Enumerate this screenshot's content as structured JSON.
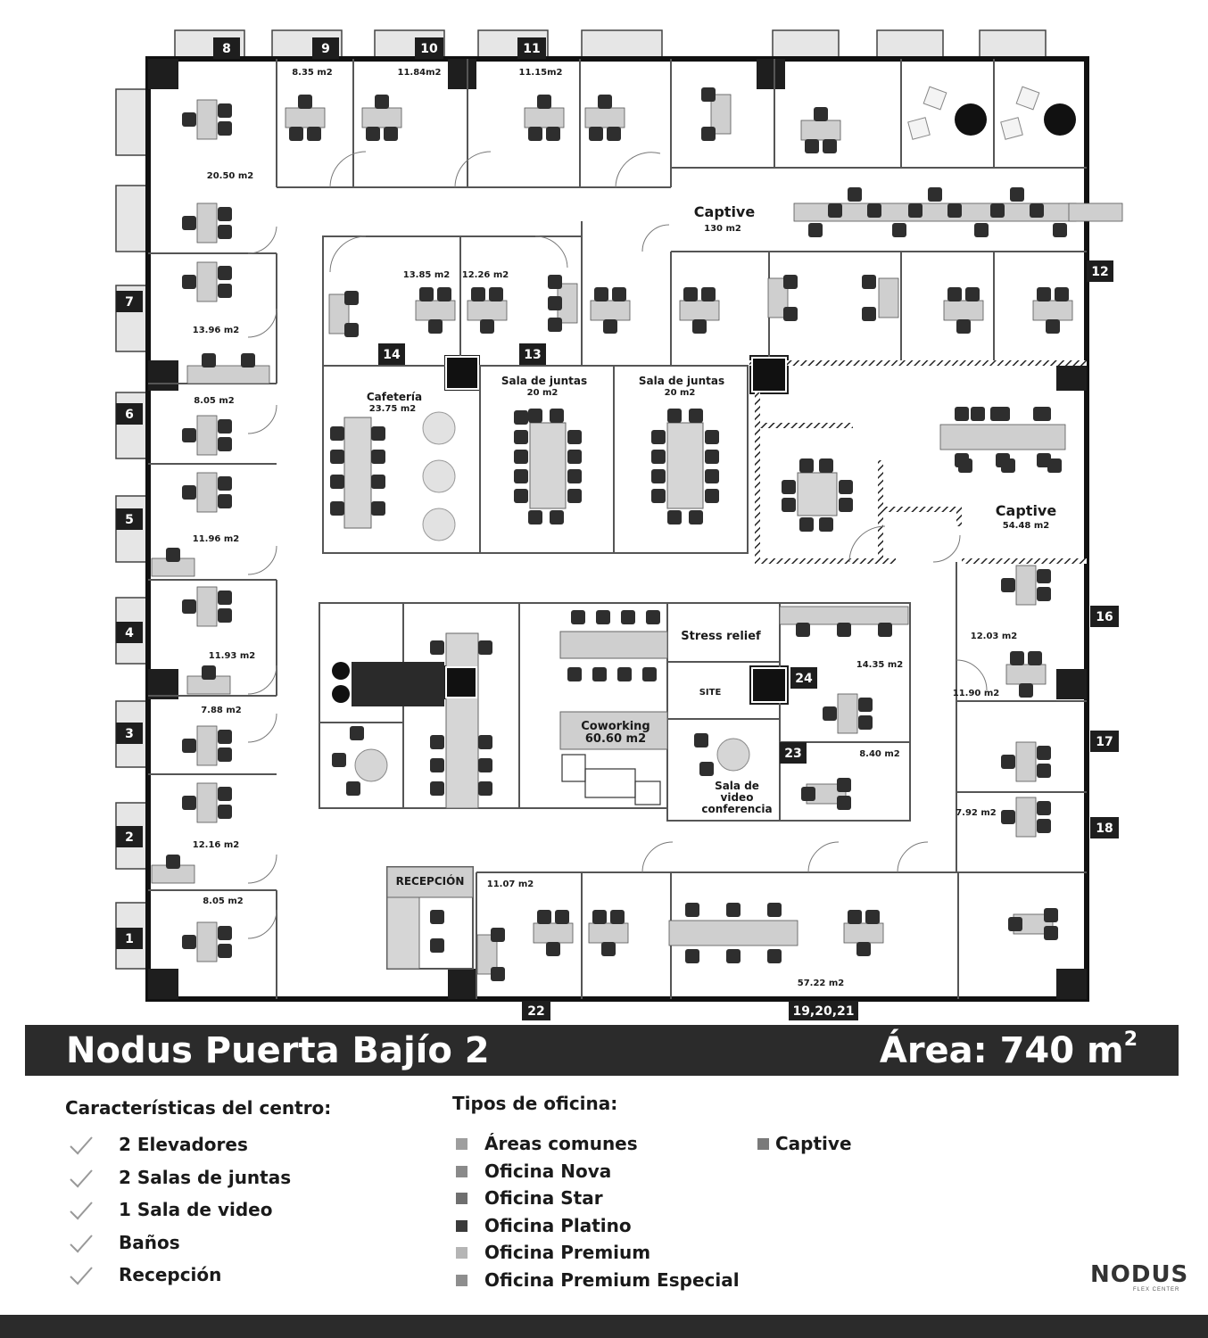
{
  "header": {
    "title": "Nodus Puerta Bajío 2",
    "area": "Área: 740 m",
    "area_sup": "2"
  },
  "features": {
    "title": "Características del centro:",
    "items": [
      "2 Elevadores",
      "2 Salas de juntas",
      "1 Sala de video",
      "Baños",
      "Recepción"
    ]
  },
  "office_types": {
    "title": "Tipos de oficina:",
    "items": [
      {
        "label": "Áreas comunes",
        "color": "#9e9e9e"
      },
      {
        "label": "Oficina Nova",
        "color": "#8a8a8a"
      },
      {
        "label": "Oficina Star",
        "color": "#6f6f6f"
      },
      {
        "label": "Oficina Platino",
        "color": "#3a3a3a"
      },
      {
        "label": "Oficina Premium",
        "color": "#b5b5b5"
      },
      {
        "label": "Oficina Premium Especial",
        "color": "#8e8e8e"
      }
    ],
    "captive": {
      "label": "Captive",
      "color": "#7a7a7a"
    }
  },
  "plan": {
    "office_numbers": [
      "1",
      "2",
      "3",
      "4",
      "5",
      "6",
      "7",
      "8",
      "9",
      "10",
      "11",
      "12",
      "13",
      "14",
      "16",
      "17",
      "18",
      "19,20,21",
      "22",
      "23",
      "24"
    ],
    "rooms": {
      "r1": "20.50 m2",
      "r2": "8.35 m2",
      "r3": "11.84m2",
      "r4": "11.15m2",
      "captive_top_name": "Captive",
      "captive_top_area": "130 m2",
      "r5": "13.85 m2",
      "r6": "12.26 m2",
      "r7": "13.96 m2",
      "r8": "8.05 m2",
      "cafeteria_name": "Cafetería",
      "cafeteria_area": "23.75 m2",
      "sala1_name": "Sala de juntas",
      "sala1_area": "20 m2",
      "sala2_name": "Sala de juntas",
      "sala2_area": "20 m2",
      "captive2_name": "Captive",
      "captive2_area": "54.48 m2",
      "r9": "11.96 m2",
      "r10": "11.93 m2",
      "r11": "7.88 m2",
      "r12": "12.16 m2",
      "r13": "8.05 m2",
      "stress": "Stress relief",
      "site": "SITE",
      "cowork_name": "Coworking",
      "cowork_area": "60.60 m2",
      "r14": "14.35 m2",
      "r15": "12.03 m2",
      "r16": "11.90 m2",
      "r17": "8.40 m2",
      "video_1": "Sala de",
      "video_2": "video",
      "video_3": "conferencia",
      "r18": "7.92 m2",
      "reception": "RECEPCIÓN",
      "r19": "11.07 m2",
      "r20": "57.22 m2"
    }
  },
  "logo": {
    "word": "NODUS",
    "tagline": "FLEX CENTER"
  }
}
